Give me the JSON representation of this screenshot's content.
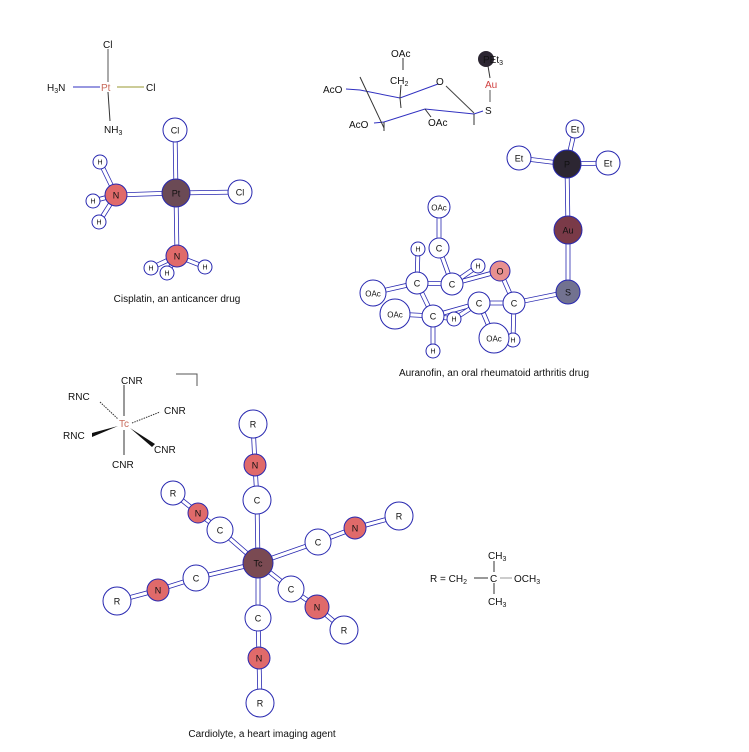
{
  "colors": {
    "bond2d": "#3030c0",
    "n_atom": "#e06a6a",
    "pt": "#6b4a55",
    "au": "#7a3a48",
    "p": "#2c2632",
    "s": "#727290",
    "o": "#e89090",
    "tc": "#7a4a52",
    "tc_2d": "#c86a5a"
  },
  "cisplatin": {
    "caption": "Cisplatin, an anticancer drug",
    "formula2d": {
      "cl_top": "Cl",
      "h3n": "H",
      "h3n_sub": "3",
      "h3n_tail": "N",
      "pt": "Pt",
      "cl_right": "Cl",
      "nh3": "NH",
      "nh3_sub": "3"
    },
    "atoms3d": [
      "Pt",
      "Cl",
      "Cl",
      "N",
      "H",
      "H",
      "H",
      "N",
      "H",
      "H",
      "H"
    ]
  },
  "auranofin": {
    "caption": "Auranofin, an oral rheumatoid arthritis drug",
    "formula2d": {
      "oac_top": "OAc",
      "ch2": "CH",
      "ch2_sub": "2",
      "o": "O",
      "aco_left": "AcO",
      "aco_bottom": "AcO",
      "oac_bottom": "OAc",
      "s": "S",
      "au": "Au",
      "pet3": "PEt",
      "pet3_sub": "3"
    },
    "atoms3d": [
      "P",
      "Et",
      "Et",
      "Et",
      "Au",
      "S",
      "O",
      "C",
      "C",
      "C",
      "C",
      "C",
      "C",
      "OAc",
      "H",
      "H",
      "H",
      "H",
      "H",
      "OAc",
      "OAc",
      "OAc"
    ]
  },
  "cardiolyte": {
    "caption": "Cardiolyte, a heart imaging agent",
    "formula2d": {
      "tc": "Tc",
      "ligands": [
        "CNR",
        "RNC",
        "CNR",
        "RNC",
        "CNR",
        "CNR"
      ]
    },
    "atoms3d": [
      "Tc",
      "C",
      "N",
      "R",
      "C",
      "N",
      "R",
      "C",
      "N",
      "R",
      "C",
      "N",
      "R",
      "C",
      "N",
      "R",
      "C",
      "N",
      "R"
    ],
    "r_definition": {
      "lhs": "R = CH",
      "lhs_sub": "2",
      "c": "C",
      "och3": "OCH",
      "och3_sub": "3",
      "ch3_top": "CH",
      "ch3_top_sub": "3",
      "ch3_bottom": "CH",
      "ch3_bottom_sub": "3"
    }
  }
}
